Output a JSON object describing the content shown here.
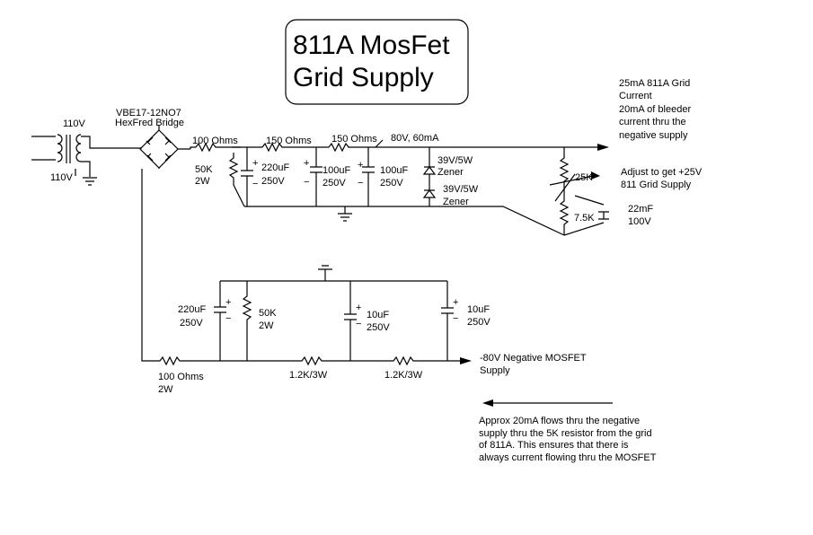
{
  "title": {
    "line1": "811A MosFet",
    "line2": "Grid Supply"
  },
  "transformer": {
    "primary": "110V",
    "secondary": "110V"
  },
  "bridge": {
    "part": "VBE17-12NO7",
    "type": "HexFred Bridge"
  },
  "positive_supply": {
    "r1": "100 Ohms",
    "r2": "150 Ohms",
    "r3": "150 Ohms",
    "rail": "80V, 60mA",
    "bleeder": {
      "value": "50K",
      "power": "2W"
    },
    "c1": {
      "value": "220uF",
      "voltage": "250V"
    },
    "c2": {
      "value": "100uF",
      "voltage": "250V"
    },
    "c3": {
      "value": "100uF",
      "voltage": "250V"
    },
    "zener1": {
      "rating": "39V/5W",
      "type": "Zener"
    },
    "zener2": {
      "rating": "39V/5W",
      "type": "Zener"
    }
  },
  "grid_output": {
    "note_line1": "25mA 811A Grid",
    "note_line2": "Current",
    "note_line3": "20mA of bleeder",
    "note_line4": "current thru the",
    "note_line5": "negative supply",
    "pot": "25K",
    "adjust_line1": "Adjust to get +25V",
    "adjust_line2": "811 Grid Supply",
    "r_lower": "7.5K",
    "cap": {
      "value": "22mF",
      "voltage": "100V"
    }
  },
  "negative_supply": {
    "c1": {
      "value": "220uF",
      "voltage": "250V"
    },
    "bleeder": {
      "value": "50K",
      "power": "2W"
    },
    "c2": {
      "value": "10uF",
      "voltage": "250V"
    },
    "c3": {
      "value": "10uF",
      "voltage": "250V"
    },
    "r1": {
      "value": "100 Ohms",
      "power": "2W"
    },
    "r2": "1.2K/3W",
    "r3": "1.2K/3W",
    "out_line1": "-80V  Negative MOSFET",
    "out_line2": "Supply"
  },
  "note": {
    "line1": "Approx 20mA flows thru the negative",
    "line2": "supply thru the 5K resistor from the grid",
    "line3": "of 811A. This ensures that there is",
    "line4": "always current flowing thru the MOSFET"
  }
}
